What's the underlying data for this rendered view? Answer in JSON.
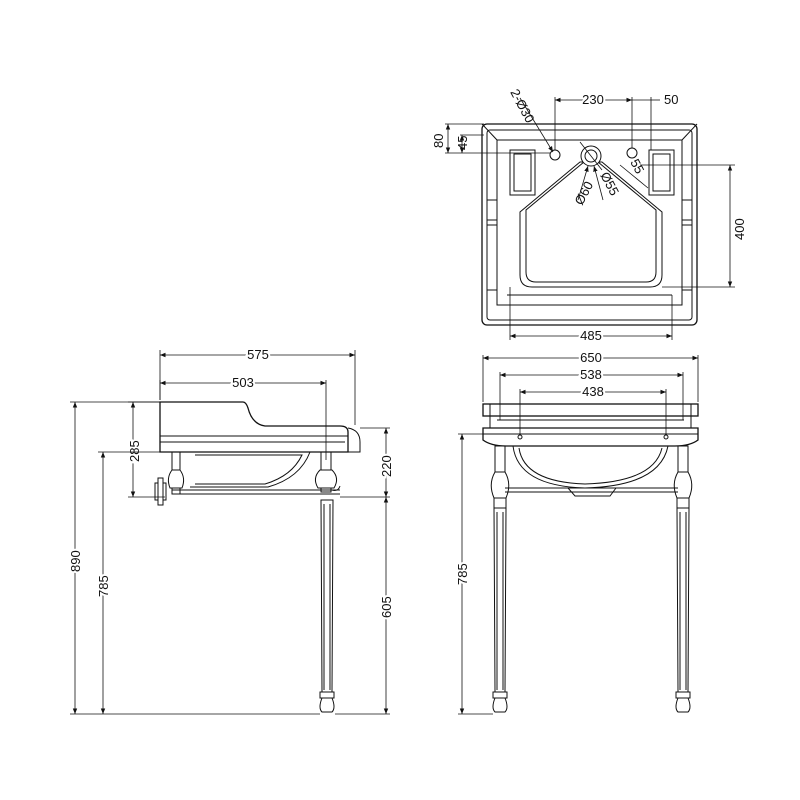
{
  "drawing": {
    "top_view": {
      "hole_spacing": "230",
      "hole_offset": "50",
      "hole_diameter": "2-Ø30",
      "rim_depth": "80",
      "hole_depth": "45",
      "waste_outer": "Ø60",
      "waste_inner": "Ø55",
      "overflow_offset": "55",
      "bowl_depth": "400",
      "bowl_width": "485"
    },
    "side_view": {
      "overall_depth": "575",
      "leg_depth": "503",
      "basin_height": "285",
      "bowl_height": "220",
      "total_height": "890",
      "rim_height": "785",
      "leg_height": "605"
    },
    "front_view": {
      "overall_width": "650",
      "stand_width": "538",
      "leg_spacing": "438",
      "rim_height": "785"
    }
  }
}
